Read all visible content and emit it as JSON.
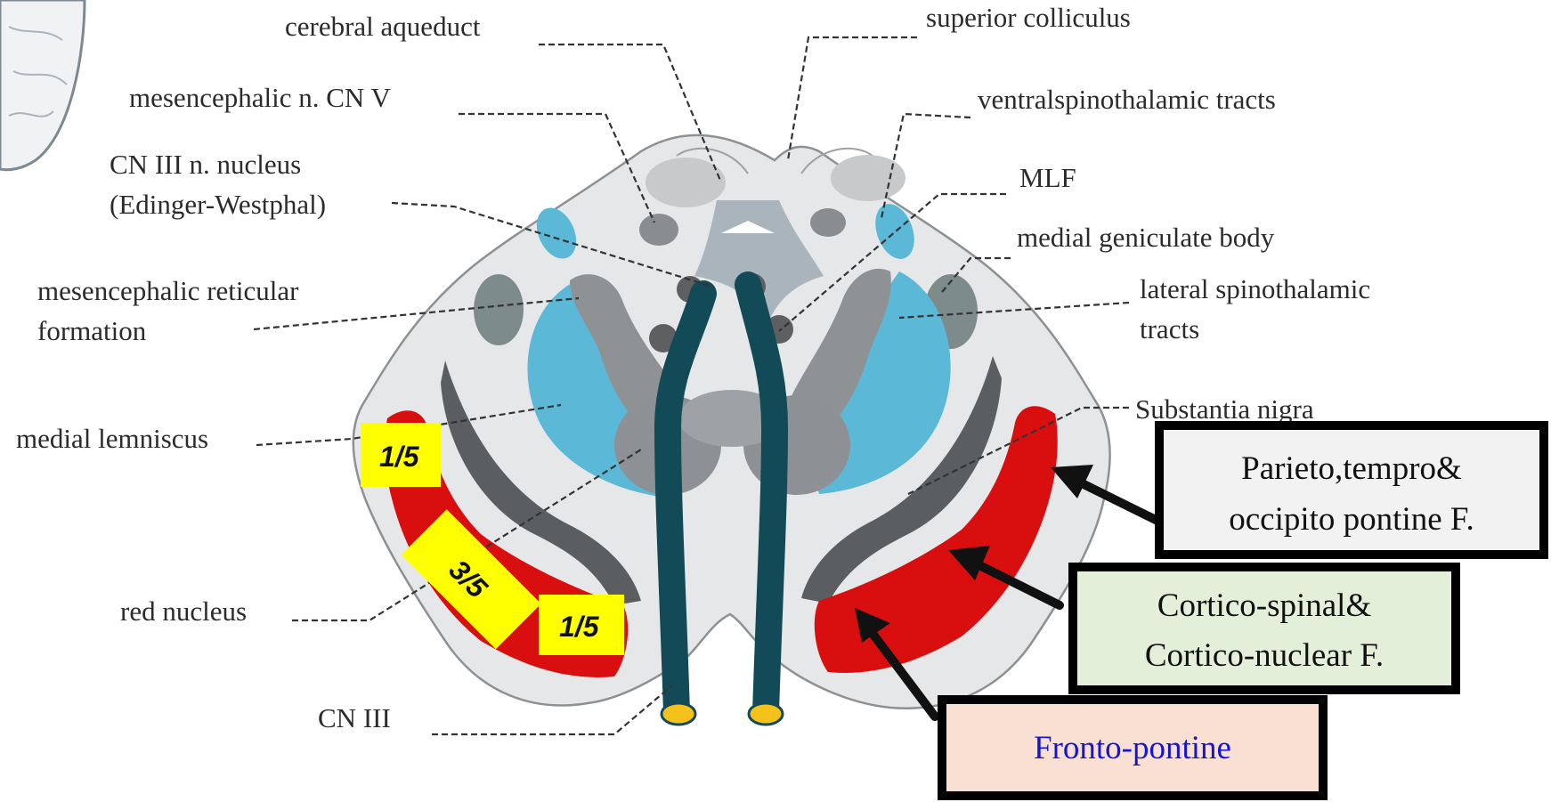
{
  "labels": {
    "cerebral_aqueduct": "cerebral aqueduct",
    "mesencephalic_n": "mesencephalic n. CN V",
    "cn3_nucleus_line1": "CN III n. nucleus",
    "cn3_nucleus_line2": "(Edinger-Westphal)",
    "reticular_line1": "mesencephalic reticular",
    "reticular_line2": "formation",
    "medial_lemniscus": "medial lemniscus",
    "red_nucleus": "red nucleus",
    "cn3": "CN III",
    "superior_colliculus": "superior colliculus",
    "ventral_spinothalamic": "ventralspinothalamic tracts",
    "mlf": "MLF",
    "medial_geniculate": "medial geniculate body",
    "lateral_spinothalamic_line1": "lateral spinothalamic",
    "lateral_spinothalamic_line2": "tracts",
    "substantia_nigra": "Substantia nigra"
  },
  "fractions": {
    "upper": "1/5",
    "middle": "3/5",
    "lower": "1/5"
  },
  "boxes": {
    "parieto": {
      "line1": "Parieto,tempro&",
      "line2": "occipito pontine F.",
      "bg": "#f2f2f2"
    },
    "cortico": {
      "line1": "Cortico-spinal&",
      "line2": "Cortico-nuclear F.",
      "bg": "#e3efd9"
    },
    "fronto": {
      "line1": "Fronto-pontine",
      "bg": "#f9e0d3",
      "text_color": "#1414d8"
    }
  },
  "colors": {
    "tract_red": "#d90f0f",
    "lemniscus_blue": "#5bb8d6",
    "nerve_dark": "#134a57",
    "nerve_tip": "#f5c21b",
    "fraction_bg": "#ffff00"
  }
}
